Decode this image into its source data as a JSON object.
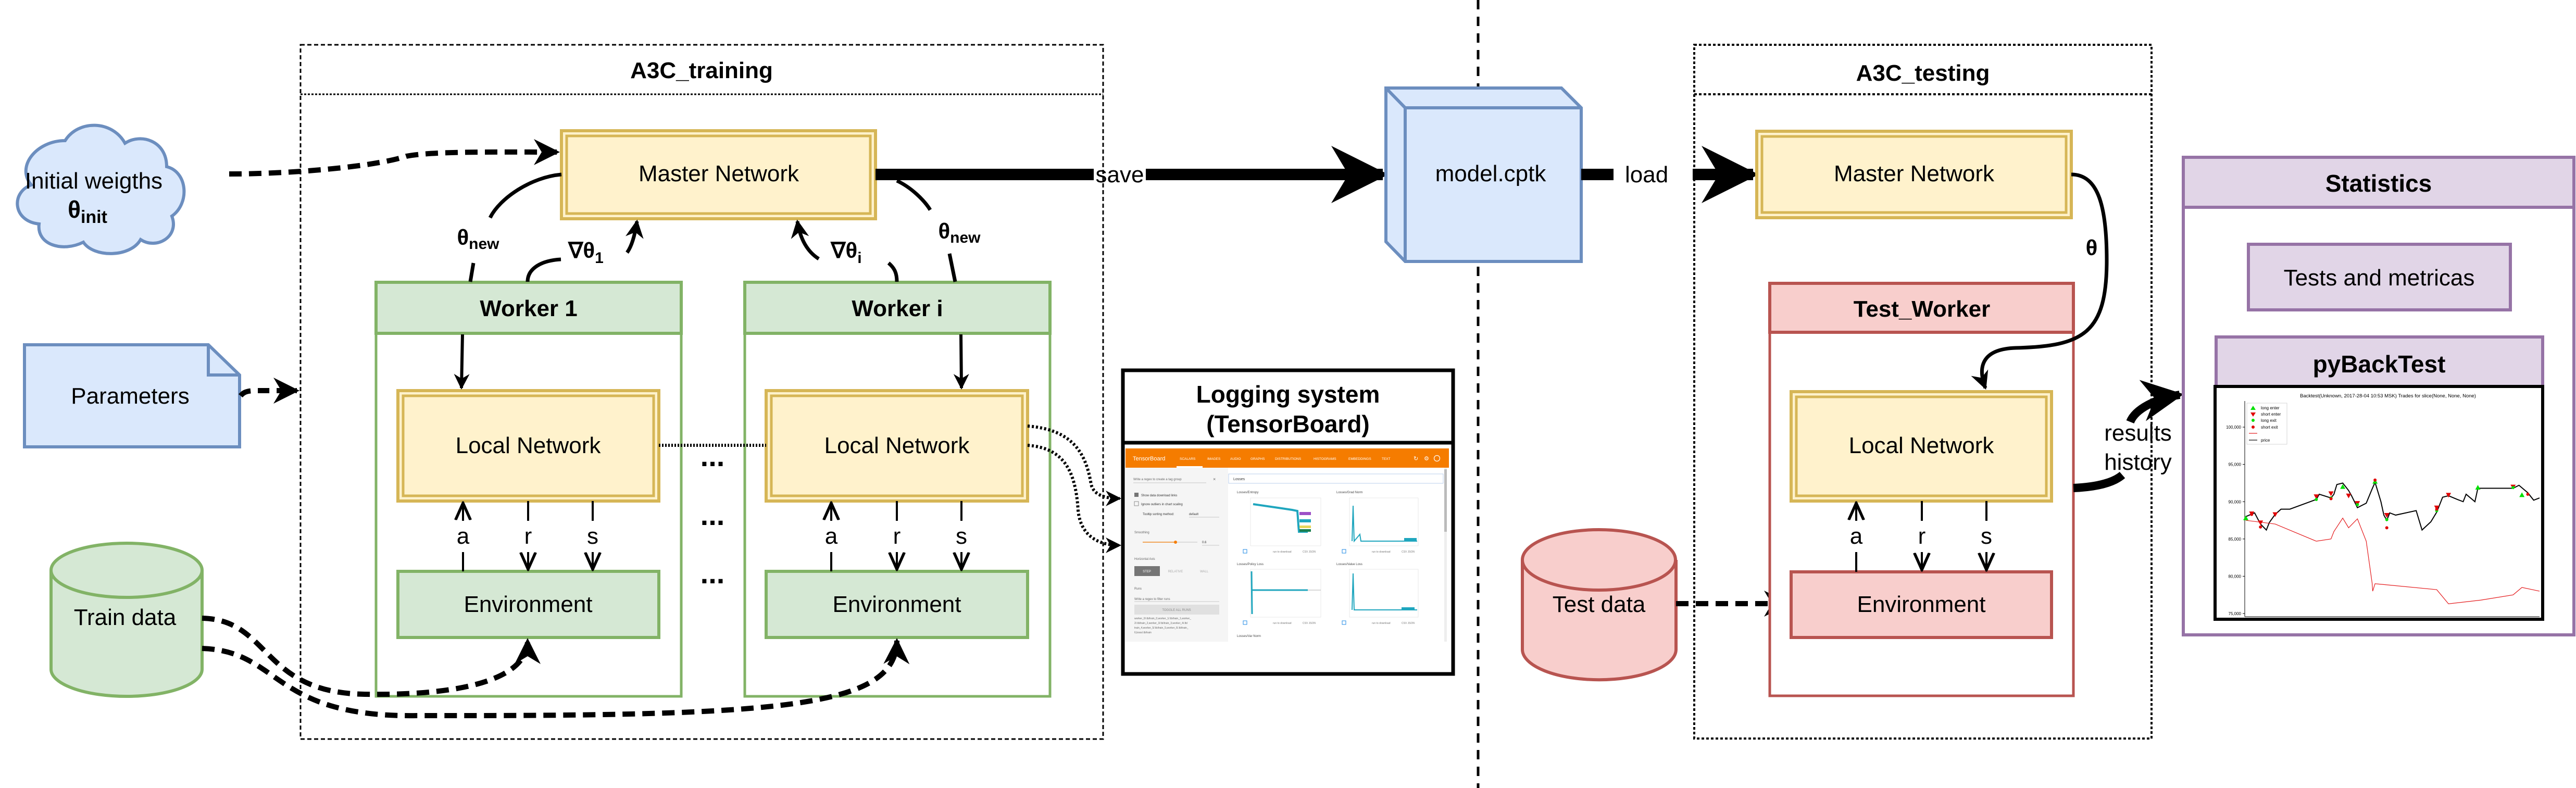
{
  "colors": {
    "blue_fill": "#dae8fc",
    "blue_stroke": "#6c8ebf",
    "yellow_fill": "#fff2cc",
    "yellow_stroke": "#d6b656",
    "green_fill": "#d5e8d4",
    "green_stroke": "#82b366",
    "red_fill": "#f8cecc",
    "red_stroke": "#b85450",
    "purple_fill": "#e1d5e7",
    "purple_stroke": "#9673a6",
    "tensorboard_orange": "#f57c00"
  },
  "inputs": {
    "cloud": {
      "line1": "Initial weigths",
      "theta": "θ",
      "sub": "init"
    },
    "parameters": "Parameters",
    "train_data": "Train data",
    "test_data": "Test data"
  },
  "training": {
    "title": "A3C_training",
    "master": "Master Network",
    "theta_new": "θ",
    "theta_new_sub": "new",
    "grad": "∇θ",
    "grad_sub_1": "1",
    "grad_sub_i": "i",
    "workers": [
      {
        "title": "Worker 1",
        "local": "Local Network",
        "env": "Environment",
        "a": "a",
        "r": "r",
        "s": "s"
      },
      {
        "title": "Worker i",
        "local": "Local Network",
        "env": "Environment",
        "a": "a",
        "r": "r",
        "s": "s"
      }
    ],
    "ellipsis": "..."
  },
  "save_label": "save",
  "model_file": "model.cptk",
  "load_label": "load",
  "logging": {
    "title_line1": "Logging system",
    "title_line2": "(TensorBoard)",
    "tensorboard": {
      "brand": "TensorBoard",
      "tabs": [
        "SCALARS",
        "IMAGES",
        "AUDIO",
        "GRAPHS",
        "DISTRIBUTIONS",
        "HISTOGRAMS",
        "EMBEDDINGS",
        "TEXT"
      ],
      "icons": [
        "refresh-icon",
        "gear-icon",
        "help-icon"
      ],
      "tag_regex_placeholder": "Write a regex to create a tag group",
      "show_download": "Show data download links",
      "ignore_outliers": "Ignore outliers in chart scaling",
      "tooltip_label": "Tooltip sorting method:",
      "tooltip_value": "default",
      "smoothing_label": "Smoothing",
      "smoothing_value": "0.6",
      "smoothing_fraction": 0.6,
      "axis_label": "Horizontal Axis",
      "axis_buttons": [
        "STEP",
        "RELATIVE",
        "WALL"
      ],
      "runs_label": "Runs",
      "runs_placeholder": "Write a regex to filter runs",
      "toggle_runs": "TOGGLE ALL RUNS",
      "runs_list": [
        "worker_0/.tb/train_0,worker_1/.tb/train_1,worker_",
        "2/.tb/train_2,worker_3/.tb/train_3,worker_4/.tb/",
        "train_4,worker_5/.tb/train_5,worker_6/.tb/train_",
        "6,boss/.tb/train"
      ],
      "search_value": "Losses",
      "charts": [
        "Losses/Entropy",
        "Losses/Grad Norm",
        "Losses/Policy Loss",
        "Losses/Value Loss",
        "Losses/Var Norm"
      ],
      "download_label": "run to download",
      "csv_json": "CSV JSON"
    }
  },
  "testing": {
    "title": "A3C_testing",
    "master": "Master Network",
    "theta": "θ",
    "worker_title": "Test_Worker",
    "local": "Local Network",
    "env": "Environment",
    "a": "a",
    "r": "r",
    "s": "s"
  },
  "results_label_1": "results",
  "results_label_2": "history",
  "statistics": {
    "title": "Statistics",
    "tests": "Tests and metricas",
    "pybacktest": "pyBackTest"
  },
  "chart_data": {
    "type": "line",
    "title": "Backtest(Unknown, 2017-28-04 10:53 MSK) Trades for slice(None, None, None)",
    "ylim": [
      75000,
      103500
    ],
    "yticks": [
      "75,000",
      "80,000",
      "85,000",
      "90,000",
      "95,000",
      "100,000"
    ],
    "ytick_values": [
      75000,
      80000,
      85000,
      90000,
      95000,
      100000
    ],
    "xlim": [
      0,
      100
    ],
    "legend": [
      "long enter",
      "short enter",
      "long exit",
      "short exit",
      "",
      "price"
    ],
    "legend_position": "top-left",
    "series": [
      {
        "name": "price",
        "color": "#000000",
        "points": [
          [
            0,
            88000
          ],
          [
            3,
            88500
          ],
          [
            5,
            87000
          ],
          [
            7,
            86200
          ],
          [
            8,
            87200
          ],
          [
            10,
            88300
          ],
          [
            12,
            89000
          ],
          [
            15,
            89000
          ],
          [
            24,
            90300
          ],
          [
            25,
            91000
          ],
          [
            29,
            90500
          ],
          [
            30,
            91000
          ],
          [
            31,
            92300
          ],
          [
            33,
            92500
          ],
          [
            35,
            91500
          ],
          [
            36,
            90800
          ],
          [
            38,
            89200
          ],
          [
            39,
            89400
          ],
          [
            41,
            89800
          ],
          [
            43,
            91700
          ],
          [
            44,
            92600
          ],
          [
            46,
            90000
          ],
          [
            47,
            88200
          ],
          [
            48,
            87500
          ],
          [
            49,
            88500
          ],
          [
            51,
            88200
          ],
          [
            58,
            88800
          ],
          [
            59,
            87500
          ],
          [
            60,
            86200
          ],
          [
            63,
            87300
          ],
          [
            65,
            88600
          ],
          [
            67,
            90600
          ],
          [
            69,
            90800
          ],
          [
            72,
            90300
          ],
          [
            74,
            90000
          ],
          [
            75,
            91000
          ],
          [
            78,
            90000
          ],
          [
            79,
            91800
          ],
          [
            91,
            91800
          ],
          [
            93,
            92200
          ],
          [
            96,
            91200
          ],
          [
            98,
            90200
          ],
          [
            100,
            90500
          ]
        ]
      },
      {
        "name": "",
        "color": "#e41a1c",
        "points": [
          [
            0,
            87500
          ],
          [
            10,
            87000
          ],
          [
            24,
            84700
          ],
          [
            29,
            85000
          ],
          [
            30,
            86000
          ],
          [
            33,
            87800
          ],
          [
            35,
            86500
          ],
          [
            38,
            87700
          ],
          [
            41,
            84700
          ],
          [
            43,
            79100
          ],
          [
            43.2,
            78000
          ],
          [
            44,
            79000
          ],
          [
            65,
            78200
          ],
          [
            69,
            76300
          ],
          [
            80,
            76800
          ],
          [
            91,
            77500
          ],
          [
            94,
            78500
          ],
          [
            100,
            78000
          ]
        ]
      }
    ],
    "markers": {
      "long_enter": [
        [
          0,
          87800
        ],
        [
          33,
          92000
        ],
        [
          44,
          92700
        ],
        [
          79,
          91900
        ],
        [
          94,
          90900
        ]
      ],
      "short_enter": [
        [
          2,
          88400
        ],
        [
          5,
          87200
        ],
        [
          10,
          88300
        ],
        [
          24,
          90700
        ],
        [
          29,
          91100
        ],
        [
          35,
          90800
        ],
        [
          38,
          89800
        ],
        [
          48,
          88200
        ],
        [
          65,
          89200
        ],
        [
          69,
          90900
        ],
        [
          91,
          92000
        ]
      ],
      "long_exit": [
        [
          24,
          90300
        ],
        [
          29,
          90500
        ],
        [
          38,
          89600
        ],
        [
          48,
          87600
        ],
        [
          65,
          88800
        ],
        [
          91,
          91900
        ]
      ],
      "short_exit": [
        [
          2,
          88300
        ],
        [
          5,
          86600
        ],
        [
          29,
          90400
        ],
        [
          44,
          92900
        ],
        [
          48,
          86500
        ],
        [
          65,
          89000
        ],
        [
          96,
          91000
        ]
      ]
    }
  }
}
